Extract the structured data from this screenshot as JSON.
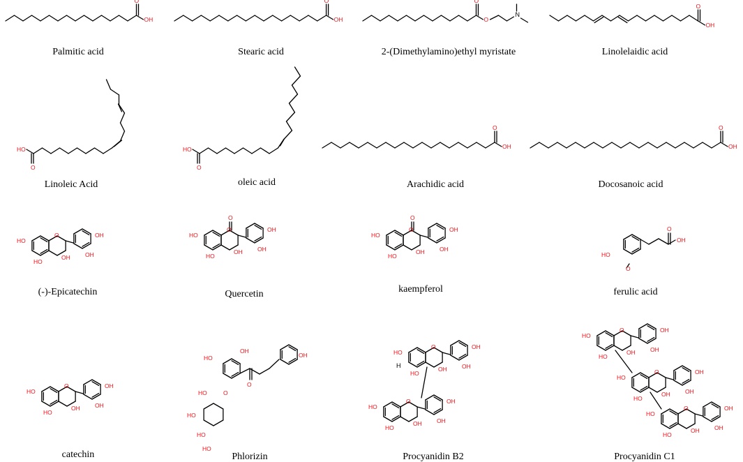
{
  "compounds": [
    {
      "id": "palmitic",
      "name": "Palmitic acid"
    },
    {
      "id": "stearic",
      "name": "Stearic acid"
    },
    {
      "id": "dmae-myristate",
      "name": "2-(Dimethylamino)ethyl myristate"
    },
    {
      "id": "linolelaidic",
      "name": "Linolelaidic acid"
    },
    {
      "id": "linoleic",
      "name": "Linoleic Acid"
    },
    {
      "id": "oleic",
      "name": "oleic acid"
    },
    {
      "id": "arachidic",
      "name": "Arachidic acid"
    },
    {
      "id": "docosanoic",
      "name": "Docosanoic acid"
    },
    {
      "id": "epicatechin",
      "name": "(-)-Epicatechin"
    },
    {
      "id": "quercetin",
      "name": "Quercetin"
    },
    {
      "id": "kaempferol",
      "name": "kaempferol"
    },
    {
      "id": "ferulic",
      "name": "ferulic acid"
    },
    {
      "id": "catechin",
      "name": "catechin"
    },
    {
      "id": "phlorizin",
      "name": "Phlorizin"
    },
    {
      "id": "procyanidin-b2",
      "name": "Procyanidin B2"
    },
    {
      "id": "procyanidin-c1",
      "name": "Procyanidin C1"
    }
  ],
  "atom_labels": {
    "hydroxyl": "OH",
    "hydroxyl_left": "HO",
    "oxygen": "O",
    "nitrogen": "N",
    "hydrogen": "H"
  },
  "colors": {
    "heteroatom": "#e8141a",
    "bond": "#000000",
    "background": "#ffffff"
  }
}
